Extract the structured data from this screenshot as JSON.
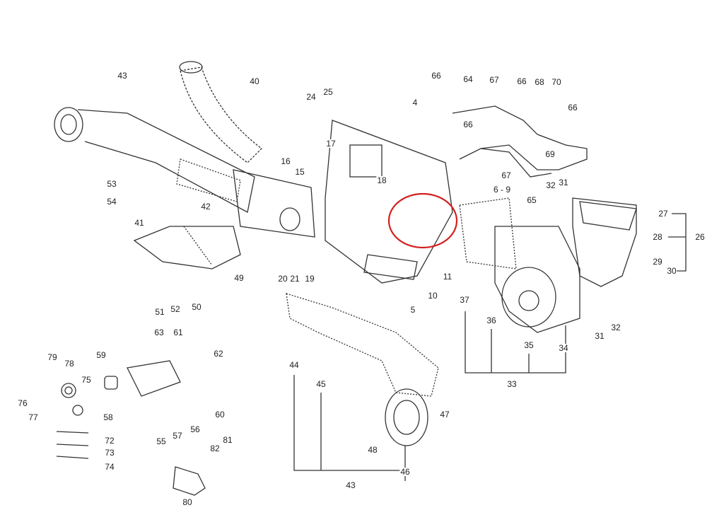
{
  "title": "Heater and ventilation duct assembly - exploded parts diagram",
  "highlight_color": "#d42020",
  "labels": [
    "43",
    "40",
    "24",
    "25",
    "66",
    "64",
    "67",
    "66",
    "68",
    "70",
    "66",
    "66",
    "4",
    "17",
    "16",
    "15",
    "18",
    "6 - 9",
    "69",
    "67",
    "65",
    "32",
    "31",
    "27",
    "28",
    "26",
    "29",
    "30",
    "53",
    "54",
    "42",
    "41",
    "49",
    "20",
    "21",
    "19",
    "5",
    "10",
    "11",
    "37",
    "36",
    "35",
    "34",
    "31",
    "32",
    "33",
    "51",
    "52",
    "50",
    "79",
    "78",
    "75",
    "59",
    "63",
    "61",
    "62",
    "58",
    "55",
    "57",
    "56",
    "60",
    "76",
    "77",
    "72",
    "73",
    "74",
    "44",
    "45",
    "47",
    "48",
    "46",
    "43",
    "82",
    "81",
    "80"
  ]
}
